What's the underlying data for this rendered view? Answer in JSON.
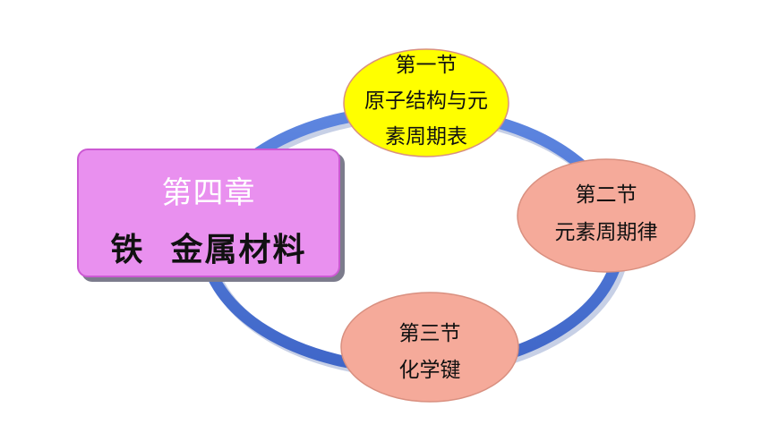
{
  "chapter": {
    "number": "第四章",
    "title": "铁  金属材料"
  },
  "sections": [
    {
      "heading": "第一节",
      "lines": [
        "原子结构与元",
        "素周期表"
      ],
      "color": "#ffff00"
    },
    {
      "heading": "第二节",
      "lines": [
        "元素周期律"
      ],
      "color": "#f5aa9a"
    },
    {
      "heading": "第三节",
      "lines": [
        "化学键"
      ],
      "color": "#f5aa9a"
    }
  ],
  "colors": {
    "ring": "#4a74d6",
    "chapter_fill": "#e990ef",
    "chapter_border": "#cc59d3",
    "section_border": "#d99080"
  }
}
